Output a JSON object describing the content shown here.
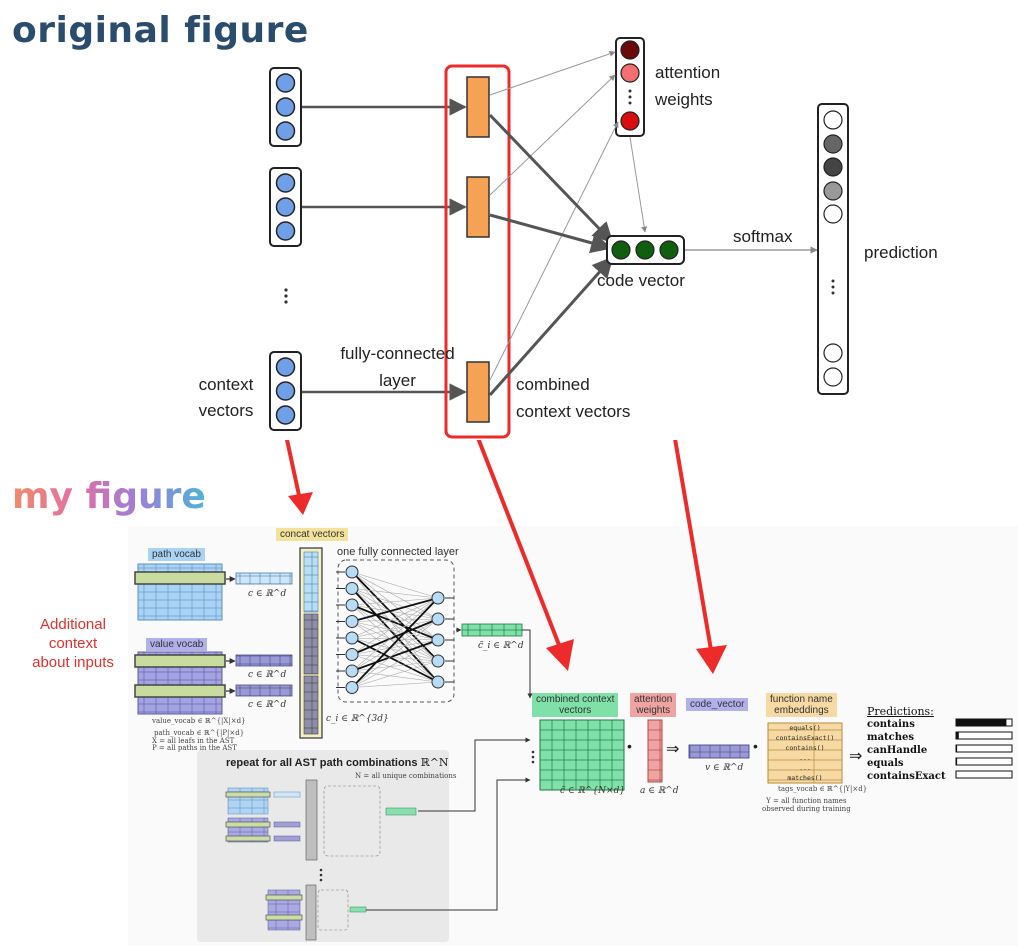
{
  "headings": {
    "original": "original figure",
    "mine": "my figure"
  },
  "original": {
    "context_vectors": "context\nvectors",
    "fc_layer": "fully-connected\nlayer",
    "combined": "combined\ncontext vectors",
    "attention": "attention\nweights",
    "code_vector": "code vector",
    "softmax": "softmax",
    "prediction": "prediction"
  },
  "mine": {
    "additional": "Additional\ncontext\nabout inputs",
    "path_vocab": "path vocab",
    "value_vocab": "value vocab",
    "concat_vectors": "concat vectors",
    "fc_layer": "one fully connected layer",
    "c_in_rd": "c ∈ ℝ^d",
    "c_i_3d": "c_i ∈ ℝ^{3d}",
    "c_tilde_i": "c̃_i ∈ ℝ^d",
    "value_vocab_note": "value_vocab ∈ ℝ^{|X|×d}",
    "path_vocab_note": "path_vocab ∈ ℝ^{|P|×d}",
    "x_note": "X = all leafs in the AST",
    "p_note": "P = all paths in the AST",
    "repeat": "repeat for all AST path combinations",
    "repeat_rn": "ℝ^N",
    "n_note": "N = all unique combinations",
    "combined": "combined context\nvectors",
    "attention": "attention\nweights",
    "code_vector": "code_vector",
    "fn_embeddings": "function name\nembeddings",
    "c_tilde_nd": "c̃ ∈ ℝ^{N×d}",
    "a_rd": "a ∈ ℝ^d",
    "v_rd": "v ∈ ℝ^d",
    "tags_note": "tags_vocab ∈ ℝ^{|Y|×d}",
    "y_note": "Y = all function names\nobserved during training",
    "fn_names": [
      "equals()",
      "containsExact()",
      "contains()",
      "...",
      "...",
      "matches()"
    ],
    "predictions_title": "Predictions:",
    "predictions": [
      {
        "label": "contains",
        "score": 0.9
      },
      {
        "label": "matches",
        "score": 0.05
      },
      {
        "label": "canHandle",
        "score": 0.02
      },
      {
        "label": "equals",
        "score": 0.02
      },
      {
        "label": "containsExact",
        "score": 0.01
      }
    ],
    "dot": "•",
    "implies": "⇒"
  },
  "colors": {
    "node_blue": "#6f9fe6",
    "orange": "#f6a254",
    "red_arrow": "#ee2b2b",
    "green_dark": "#0f5f0f",
    "green_grid": "#7fe0a8",
    "pink": "#f0a3a3",
    "blue_grid": "#9fd0f2",
    "purple": "#9f9fe0",
    "tan": "#f7d9a4"
  }
}
